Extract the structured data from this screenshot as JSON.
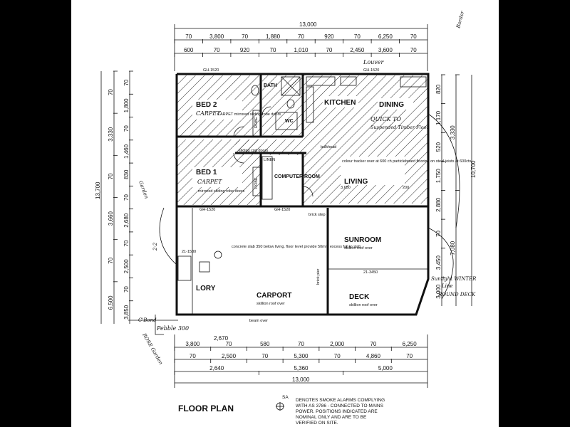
{
  "title": "FLOOR PLAN",
  "legend": {
    "symbol": "SA",
    "lines": [
      "DENOTES SMOKE ALARMS COMPLYING",
      "WITH AS 3786 - CONNECTED TO MAINS",
      "POWER. POSITIONS INDICATED ARE",
      "NOMINAL ONLY AND ARE TO BE",
      "VERIFIED ON SITE."
    ]
  },
  "rooms": {
    "bed2": "BED 2",
    "bed1": "BED 1",
    "bath": "BATH",
    "wc": "WC",
    "kitchen": "KITCHEN",
    "dining": "DINING",
    "living": "LIVING",
    "computer": "COMPUTER ROOM",
    "linen": "LINEN",
    "sunroom": "SUNROOM",
    "carport": "CARPORT",
    "deck": "DECK",
    "lory": "LORY",
    "robe": "ROBE"
  },
  "notes": {
    "bed2_robe": "CARPET  mirrored sliding robe doors",
    "bed1_robe": "mirrored sliding robe doors",
    "linen_doors": "sliding cpd doors",
    "living_note": "colour tracker over at 600 ch particleboard flooring on steel joists at 600cts",
    "carport_slab": "concrete slab 350 below living. floor level provide 50mm excess fall to slab",
    "sunroom_roof": "skillion roof over",
    "carport_roof": "skillion roof over",
    "deck_roof": "skillion roof over",
    "beam_over": "beam over",
    "brick_step": "brick step",
    "brick_pier": "brick pier",
    "bulkhead": "bulkhead"
  },
  "handwritten": {
    "bed2_carpet": "CARPET",
    "bed1_carpet": "CARPET",
    "floor_note_1": "QUICK TO",
    "floor_note_2": "Suspended Timber Floor",
    "louver": "Louver",
    "winter_sun_1": "Sunlight WINTER",
    "winter_sun_2": "Line",
    "round_deck": "ROUND DECK",
    "pebble": "Pebble 300",
    "border": "Border",
    "rose_garden": "ROSE Garden",
    "c_bond": "C'Bond",
    "garden": "Garden",
    "scale": "2-2"
  },
  "dimensions": {
    "top_total": "13,000",
    "top_row1": [
      "70",
      "3,800",
      "70",
      "1,880",
      "70",
      "920",
      "70",
      "6,250",
      "70"
    ],
    "top_row2": [
      "600",
      "70",
      "920",
      "70",
      "1,010",
      "70",
      "2,450",
      "3,600",
      "70"
    ],
    "left_total": "13,700",
    "left_row1": [
      "70",
      "3,330",
      "70",
      "3,660",
      "70",
      "6,500"
    ],
    "left_row2": [
      "70",
      "1,800",
      "70",
      "1,460",
      "830",
      "70",
      "2,680",
      "70",
      "2,500",
      "70",
      "3,850"
    ],
    "right_total": "10,700",
    "right_row1": [
      "3,330",
      "7,080"
    ],
    "right_row2": [
      "820",
      "1,170",
      "520",
      "1,750",
      "2,880",
      "70",
      "3,450",
      "3,000"
    ],
    "bottom_total": "13,000",
    "bottom_row1": [
      "3,800",
      "70",
      "580",
      "70",
      "2,000",
      "70",
      "6,250"
    ],
    "bottom_row2": [
      "70",
      "2,500",
      "70",
      "5,300",
      "70",
      "4,860",
      "70"
    ],
    "bottom_row3": [
      "2,640",
      "5,360",
      "5,000"
    ],
    "lory_width": "2,670",
    "living_w": "3,650",
    "living_h": "200",
    "sunroom_span": "21-3450",
    "carport_span": "21-1580",
    "dividers": [
      "GH-1520",
      "GH-1520",
      "GH-1520",
      "GH-1520"
    ]
  }
}
